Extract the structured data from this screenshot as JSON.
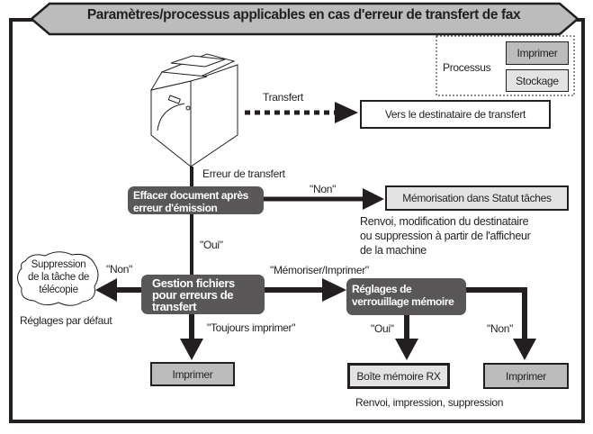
{
  "title": "Paramètres/processus applicables en cas d'erreur de transfert de fax",
  "legend": {
    "label": "Processus",
    "print": "Imprimer",
    "storage": "Stockage"
  },
  "colors": {
    "print_box": "#bcbcbc",
    "storage_box": "#e3e3e3",
    "decision_box": "#595757"
  },
  "transfer": {
    "label": "Transfert",
    "destination": "Vers le destinataire de transfert"
  },
  "error_label": "Erreur de transfert",
  "erase_decision": {
    "line1": "Effacer document après",
    "line2": "erreur d'émission",
    "no_label": "\"Non\"",
    "yes_label": "\"Oui\""
  },
  "job_status": {
    "box": "Mémorisation dans Statut tâches",
    "note1": "Renvoi, modification du destinataire",
    "note2": "ou suppression à partir de l'afficheur",
    "note3": "de la machine"
  },
  "file_management": {
    "line1": "Gestion fichiers",
    "line2": "pour erreurs de",
    "line3": "transfert",
    "no_label": "\"Non\"",
    "store_print_label": "\"Mémoriser/Imprimer\"",
    "always_print_label": "\"Toujours imprimer\""
  },
  "cloud": {
    "line1": "Suppression",
    "line2": "de la tâche de",
    "line3": "télécopie",
    "default_note": "Réglages par défaut"
  },
  "memory_lock": {
    "line1": "Réglages de",
    "line2": "verrouillage mémoire",
    "yes_label": "\"Oui\"",
    "no_label": "\"Non\""
  },
  "results": {
    "print_left": "Imprimer",
    "rx_box": "Boîte mémoire RX",
    "print_right": "Imprimer",
    "rx_note": "Renvoi, impression, suppression"
  }
}
